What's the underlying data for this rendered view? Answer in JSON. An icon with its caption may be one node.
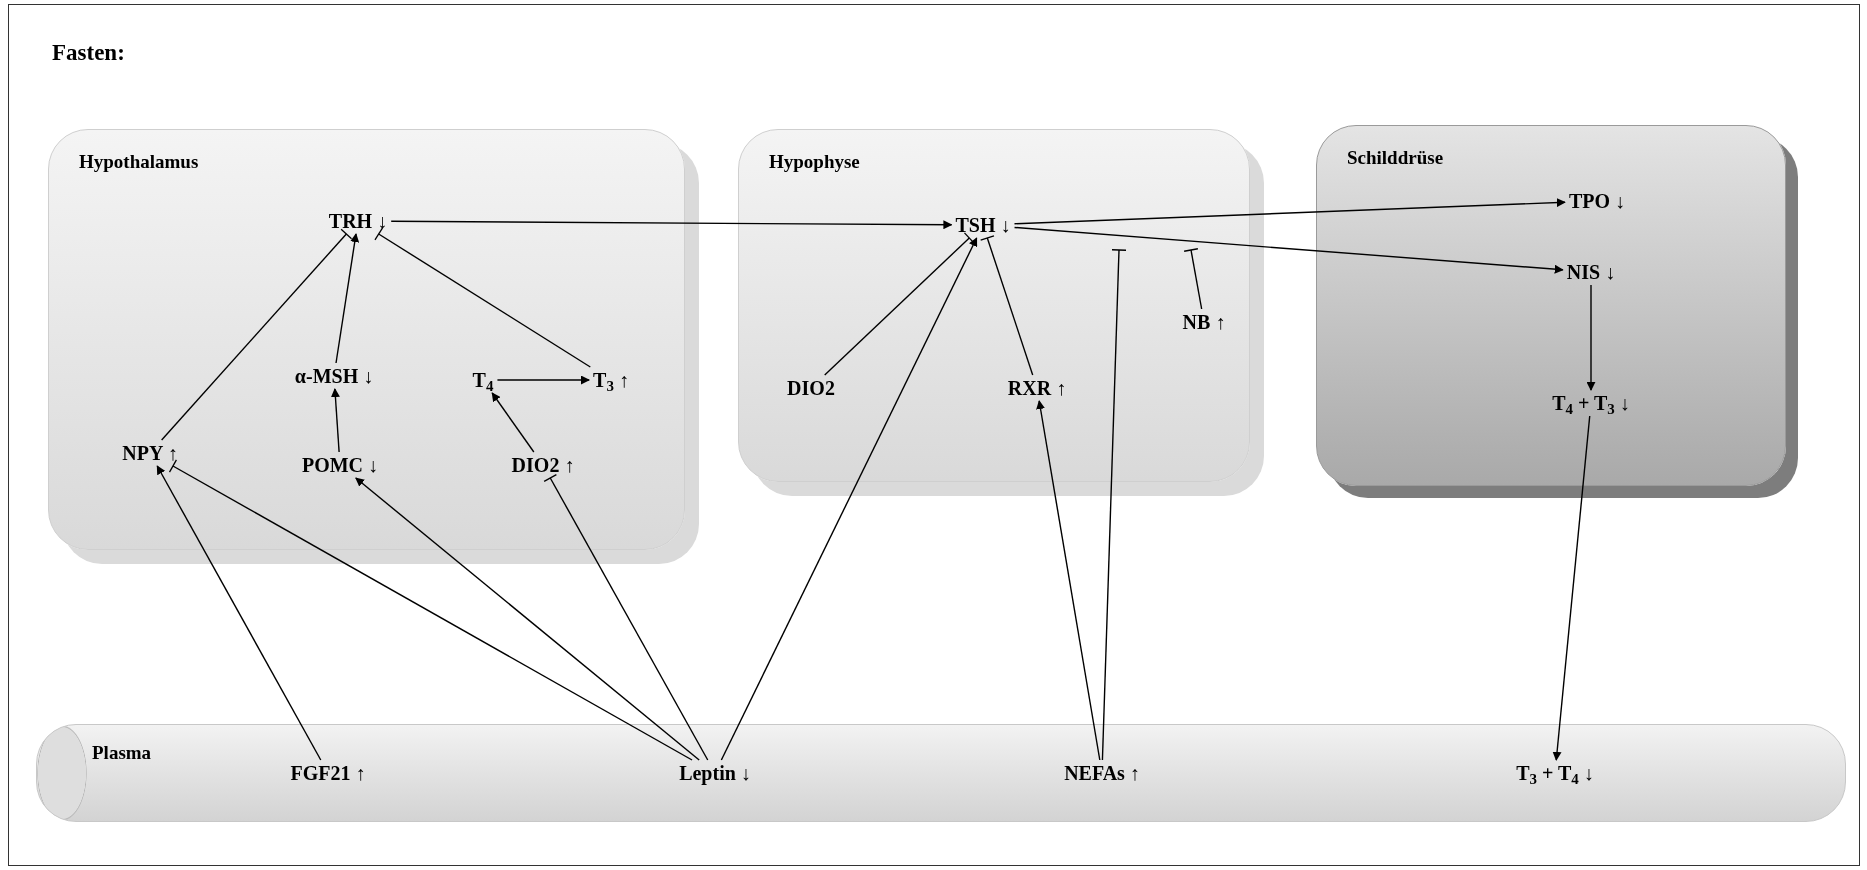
{
  "diagram": {
    "title": "Fasten:",
    "nodes": [
      {
        "text": [
          "Hypothalamus"
        ]
      },
      {
        "text": [
          "Hypophyse"
        ]
      },
      {
        "text": [
          "Schilddrüse"
        ]
      },
      {
        "text": [
          "Plasma"
        ]
      },
      {
        "text": [
          "TRH ↓"
        ],
        "in": 0
      },
      {
        "text": [
          "α-MSH ↓"
        ],
        "in": 0
      },
      {
        "text": [
          "T$_{4}$"
        ],
        "in": 0
      },
      {
        "text": [
          "T$_{3}$ ↑"
        ],
        "in": 0
      },
      {
        "text": [
          "NPY ↑"
        ],
        "in": 0
      },
      {
        "text": [
          "POMC ↓"
        ],
        "in": 0
      },
      {
        "text": [
          "DIO2 ↑"
        ],
        "in": 0
      },
      {
        "text": [
          "TSH ↓"
        ],
        "in": 1
      },
      {
        "text": [
          "DIO2"
        ],
        "in": 1
      },
      {
        "text": [
          "RXR ↑"
        ],
        "in": 1
      },
      {
        "text": [
          "NB ↑"
        ],
        "in": 1
      },
      {
        "text": [
          "TPO ↓"
        ],
        "in": 2
      },
      {
        "text": [
          "NIS ↓"
        ],
        "in": 2
      },
      {
        "text": [
          "T$_{4}$ + T$_{3}$ ↓"
        ],
        "in": 2
      },
      {
        "text": [
          "FGF21 ↑"
        ],
        "in": 3
      },
      {
        "text": [
          "Leptin ↓"
        ],
        "in": 3
      },
      {
        "text": [
          "NEFAs ↑"
        ],
        "in": 3
      },
      {
        "text": [
          "T$_{3}$ + T$_{4}$ ↓"
        ],
        "in": 3
      }
    ],
    "edges": [
      {
        "from": 4,
        "to": 11,
        "arrow": "to"
      },
      {
        "from": 5,
        "to": 4,
        "arrow": "to"
      },
      {
        "from": 9,
        "to": 5,
        "arrow": "to"
      },
      {
        "from": 6,
        "to": 7,
        "arrow": "to"
      },
      {
        "from": 10,
        "to": 6,
        "arrow": "to"
      },
      {
        "from": 7,
        "to": 4,
        "arrow": "other"
      },
      {
        "from": 8,
        "to": 4,
        "arrow": "other"
      },
      {
        "from": 18,
        "to": 8,
        "arrow": "to"
      },
      {
        "from": 19,
        "to": 8,
        "arrow": "other"
      },
      {
        "from": 19,
        "to": 9,
        "arrow": "to"
      },
      {
        "from": 19,
        "to": 10,
        "arrow": "other"
      },
      {
        "from": 19,
        "to": 11,
        "arrow": "to"
      },
      {
        "from": 12,
        "to": 11,
        "arrow": "other"
      },
      {
        "from": 13,
        "to": 11,
        "arrow": "other"
      },
      {
        "from": 20,
        "to": 13,
        "arrow": "to"
      },
      {
        "from": 20,
        "to": null,
        "arrow": "other"
      },
      {
        "from": 14,
        "to": null,
        "arrow": "other"
      },
      {
        "from": 11,
        "to": 15,
        "arrow": "to"
      },
      {
        "from": 11,
        "to": 16,
        "arrow": "to"
      },
      {
        "from": 16,
        "to": 17,
        "arrow": "to"
      },
      {
        "from": 17,
        "to": 21,
        "arrow": "to"
      }
    ]
  }
}
